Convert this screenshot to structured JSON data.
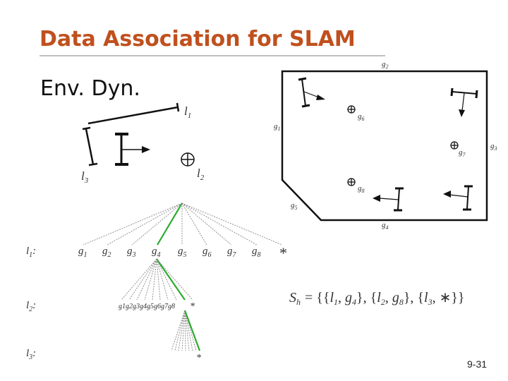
{
  "slide": {
    "title": "Data Association for SLAM",
    "subtitle": "Env. Dyn.",
    "page_number": "9-31"
  },
  "env_figure": {
    "landmark_labels": [
      "l",
      "l",
      "l"
    ],
    "landmark_subscripts": [
      "1",
      "2",
      "3"
    ]
  },
  "map_figure": {
    "gate_labels": [
      "g",
      "g",
      "g",
      "g",
      "g",
      "g",
      "g",
      "g"
    ],
    "gate_subscripts": [
      "1",
      "2",
      "3",
      "4",
      "5",
      "6",
      "7",
      "8"
    ]
  },
  "tree": {
    "level_labels": [
      "l",
      "l",
      "l"
    ],
    "level_subscripts": [
      "1",
      "2",
      "3"
    ],
    "level1_nodes": [
      "g",
      "g",
      "g",
      "g",
      "g",
      "g",
      "g",
      "g"
    ],
    "level1_subscripts": [
      "1",
      "2",
      "3",
      "4",
      "5",
      "6",
      "7",
      "8"
    ],
    "null_symbol": "*",
    "level2_text": "g1g2g3g4g5g6g7g8",
    "highlight_color": "#2eaa2e"
  },
  "hypothesis": {
    "lhs": "S",
    "lhs_sub": "h",
    "rhs_parts": [
      "= {{",
      "l",
      "1",
      ", ",
      "g",
      "4",
      "}, {",
      "l",
      "2",
      ", ",
      "g",
      "8",
      "}, {",
      "l",
      "3",
      ", ∗}}"
    ]
  }
}
